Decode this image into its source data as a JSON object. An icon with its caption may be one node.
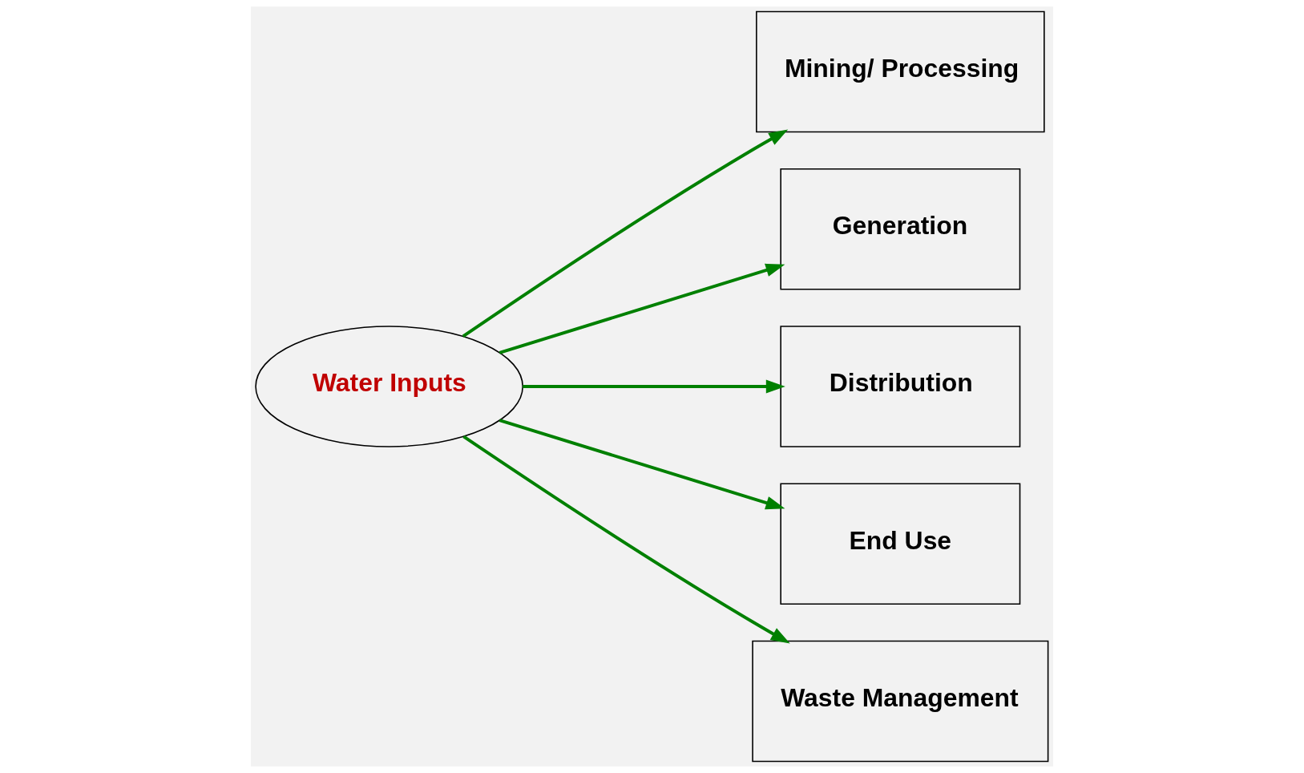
{
  "diagram": {
    "nodes": [
      {
        "text": [
          "Mining/ Processing"
        ]
      },
      {
        "text": [
          "Generation"
        ]
      },
      {
        "text": [
          "Distribution"
        ]
      },
      {
        "text": [
          "End Use"
        ]
      },
      {
        "text": [
          "Waste Management"
        ]
      },
      {
        "text": [
          "Water Inputs"
        ]
      }
    ],
    "edges": [
      {
        "from": 5,
        "to": 0,
        "arrow": "to",
        "color": "#008000"
      },
      {
        "from": 5,
        "to": 1,
        "arrow": "to",
        "color": "#008000"
      },
      {
        "from": 5,
        "to": 2,
        "arrow": "to",
        "color": "#008000"
      },
      {
        "from": 5,
        "to": 3,
        "arrow": "to",
        "color": "#008000"
      },
      {
        "from": 5,
        "to": 4,
        "arrow": "to",
        "color": "#008000"
      }
    ]
  }
}
